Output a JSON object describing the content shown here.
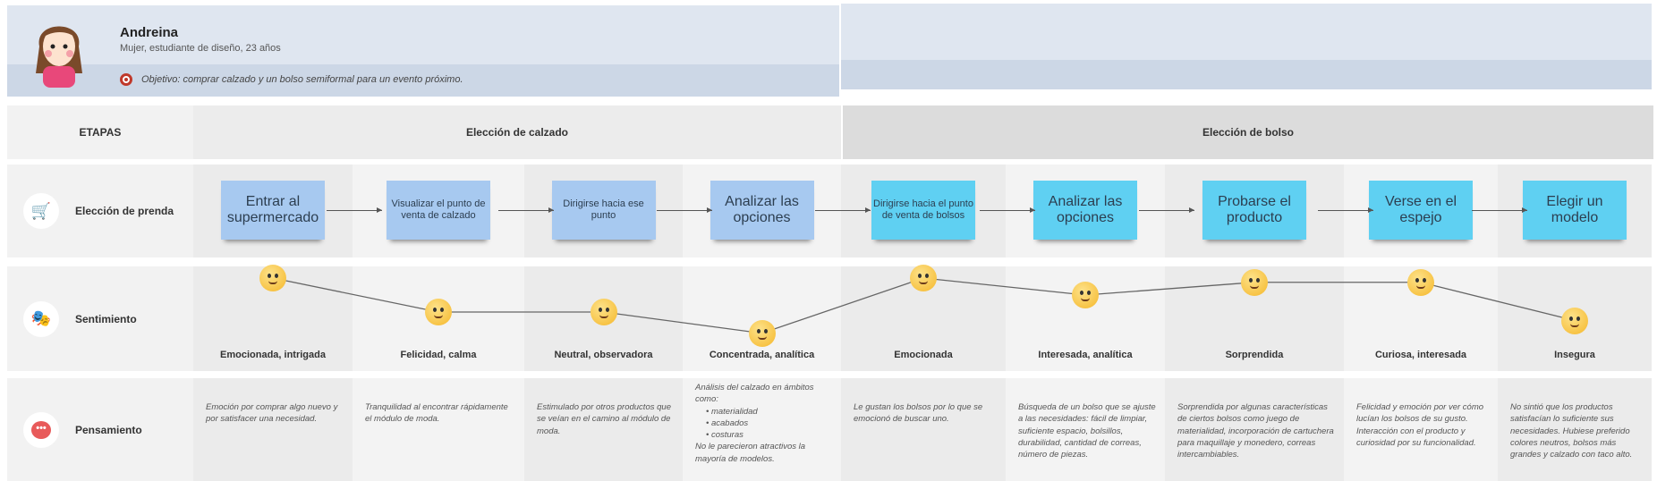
{
  "persona": {
    "name": "Andreina",
    "description": "Mujer, estudiante de diseño, 23 años",
    "goal": "Objetivo: comprar calzado y un bolso semiformal para un evento próximo."
  },
  "rows": {
    "stages": "ETAPAS",
    "garment": "Elección de prenda",
    "feeling": "Sentimiento",
    "thought": "Pensamiento"
  },
  "stages": [
    "Elección de calzado",
    "Elección de bolso"
  ],
  "steps": [
    {
      "action": "Entrar al supermercado",
      "feeling": "Emocionada, intrigada",
      "score": 1.0,
      "thought": "Emoción por comprar algo nuevo y por satisfacer una necesidad."
    },
    {
      "action": "Visualizar el punto de venta de calzado",
      "feeling": "Felicidad, calma",
      "score": 0.6,
      "thought": "Tranquilidad al encontrar rápidamente el módulo de moda."
    },
    {
      "action": "Dirigirse hacia ese punto",
      "feeling": "Neutral, observadora",
      "score": 0.6,
      "thought": "Estimulado por otros productos que se veían en el camino al módulo de moda."
    },
    {
      "action": "Analizar las opciones",
      "feeling": "Concentrada, analítica",
      "score": 0.35,
      "thought": "Análisis del calzado en ámbitos como:",
      "thought_items": [
        "materialidad",
        "acabados",
        "costuras"
      ],
      "thought_end": "No le parecieron atractivos la mayoría de modelos."
    },
    {
      "action": "Dirigirse hacia el punto de venta de bolsos",
      "feeling": "Emocionada",
      "score": 1.0,
      "thought": "Le gustan los bolsos por lo que se emocionó de buscar uno."
    },
    {
      "action": "Analizar las opciones",
      "feeling": "Interesada, analítica",
      "score": 0.8,
      "thought": "Búsqueda de un bolso que se ajuste a las necesidades: fácil de limpiar, suficiente espacio, bolsillos, durabilidad, cantidad de correas, número de piezas."
    },
    {
      "action": "Probarse el producto",
      "feeling": "Sorprendida",
      "score": 0.95,
      "thought": "Sorprendida por algunas características de ciertos bolsos como juego de materialidad, incorporación de cartuchera para maquillaje y monedero, correas intercambiables."
    },
    {
      "action": "Verse en el espejo",
      "feeling": "Curiosa, interesada",
      "score": 0.95,
      "thought": "Felicidad y emoción por ver cómo lucían los bolsos de su gusto. Interacción con el producto y curiosidad por su funcionalidad."
    },
    {
      "action": "Elegir un modelo",
      "feeling": "Insegura",
      "score": 0.5,
      "thought": "No sintió que los productos satisfacían lo suficiente sus necesidades. Hubiese preferido colores neutros, bolsos más grandes y calzado con taco alto."
    }
  ]
}
